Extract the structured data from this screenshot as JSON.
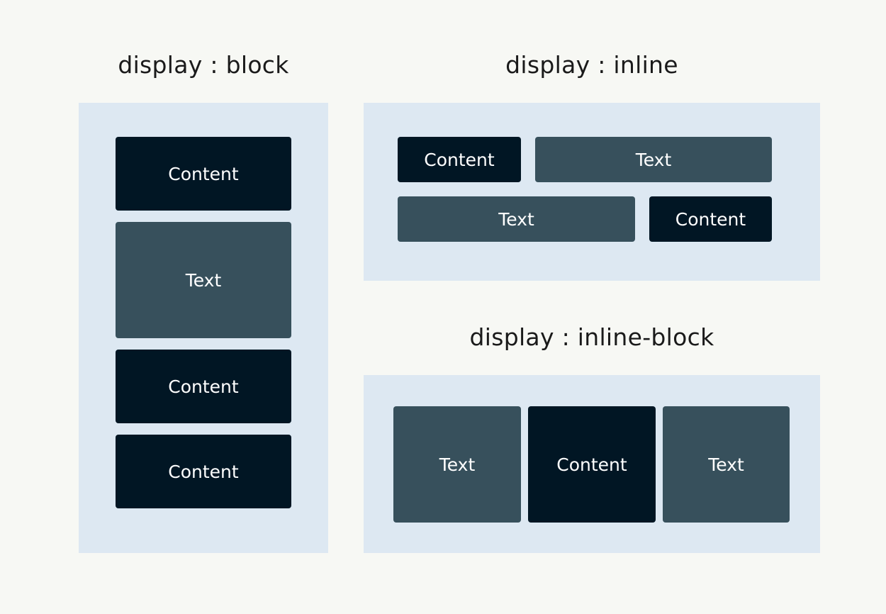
{
  "colors": {
    "background": "#f7f8f4",
    "panel": "#dde8f2",
    "dark_box": "#011624",
    "slate_box": "#37505c",
    "box_text": "#ffffff"
  },
  "block": {
    "title": "display : block",
    "items": [
      {
        "label": "Content",
        "style": "dark"
      },
      {
        "label": "Text",
        "style": "slate"
      },
      {
        "label": "Content",
        "style": "dark"
      },
      {
        "label": "Content",
        "style": "dark"
      }
    ]
  },
  "inline": {
    "title": "display : inline",
    "items": [
      {
        "label": "Content",
        "style": "dark"
      },
      {
        "label": "Text",
        "style": "slate"
      },
      {
        "label": "Text",
        "style": "slate"
      },
      {
        "label": "Content",
        "style": "dark"
      }
    ]
  },
  "inline_block": {
    "title": "display : inline-block",
    "items": [
      {
        "label": "Text",
        "style": "slate"
      },
      {
        "label": "Content",
        "style": "dark"
      },
      {
        "label": "Text",
        "style": "slate"
      }
    ]
  }
}
